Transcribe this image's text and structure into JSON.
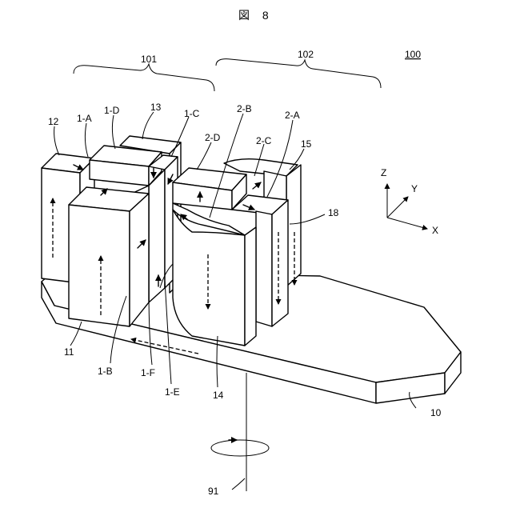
{
  "figure": {
    "title": "図 8"
  },
  "labels": {
    "assembly": "100",
    "group_101": "101",
    "group_102": "102",
    "l_12": "12",
    "l_1A": "1-A",
    "l_1D": "1-D",
    "l_13": "13",
    "l_1C": "1-C",
    "l_2B": "2-B",
    "l_2A": "2-A",
    "l_2D": "2-D",
    "l_2C": "2-C",
    "l_15": "15",
    "l_18": "18",
    "l_11": "11",
    "l_1B": "1-B",
    "l_1F": "1-F",
    "l_1E": "1-E",
    "l_14": "14",
    "l_10": "10",
    "l_91": "91"
  },
  "axes": {
    "x": "X",
    "y": "Y",
    "z": "Z"
  }
}
